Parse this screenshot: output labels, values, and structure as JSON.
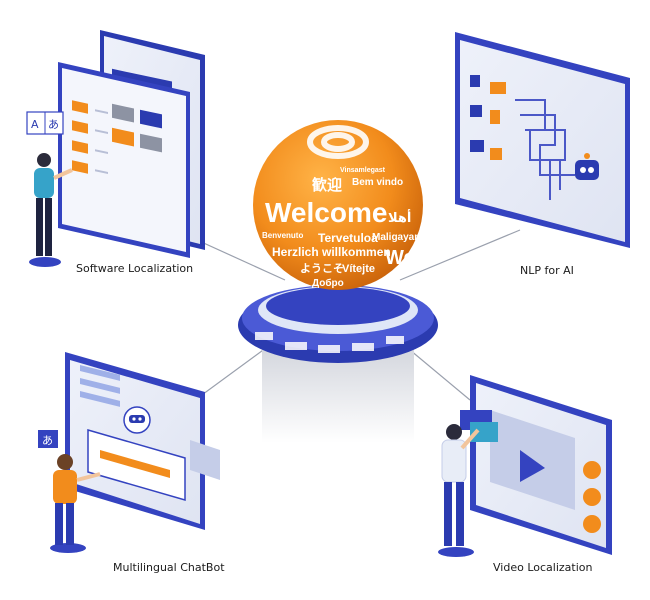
{
  "labels": {
    "software": "Software Localization",
    "nlp": "NLP for AI",
    "chatbot": "Multilingual ChatBot",
    "video": "Video Localization"
  },
  "globe_words": {
    "w1": "Welcome",
    "w2": "歓迎",
    "w3": "Bem vindo",
    "w4": "Tervetuloa",
    "w5": "Maligayang",
    "w6": "Herzlich willkommen",
    "w7": "ようこそ",
    "w8": "Vítejte",
    "w9": "Добро",
    "w10": "Benvenuto",
    "w11": "أهلا",
    "w12": "We",
    "w13": "Vinsamlegast"
  },
  "software_badge": {
    "latin": "A",
    "kana": "あ"
  },
  "chatbot_badge": "あ",
  "colors": {
    "accent_orange": "#f28c1c",
    "primary_blue": "#2b3bb0",
    "light_blue": "#dfe6f7",
    "panel_gray": "#e6e9f3"
  }
}
